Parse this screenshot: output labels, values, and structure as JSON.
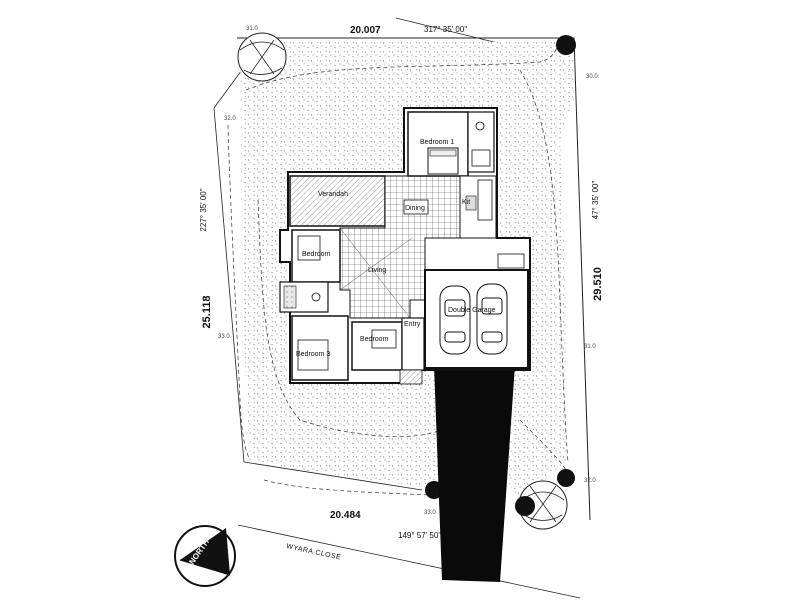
{
  "site": {
    "dimensions": {
      "top": "20.007",
      "left": "25.118",
      "right": "29.510",
      "bottom": "20.484"
    },
    "bearings": {
      "top": "317° 35' 00\"",
      "left": "227° 35' 00\"",
      "right": "47° 35' 00\"",
      "bottom": "149° 57' 50\""
    },
    "levels": [
      "31.0",
      "30.0",
      "32.0",
      "31.0",
      "33.0",
      "32.0",
      "33.0"
    ],
    "street": "WYARA CLOSE",
    "north": "NORTH"
  },
  "rooms": {
    "master": "Bedroom 1",
    "verandah": "Verandah",
    "dining": "Dining",
    "kitchen": "Kit",
    "bed_west": "Bedroom",
    "living": "Living",
    "bed_south": "Bedroom 3",
    "bed_mid": "Bedroom",
    "entry": "Entry",
    "garage": "Double Garage"
  },
  "colors": {
    "hatch": "#8a8a8a",
    "line": "#1a1a1a",
    "driveway": "#0a0a0a"
  }
}
